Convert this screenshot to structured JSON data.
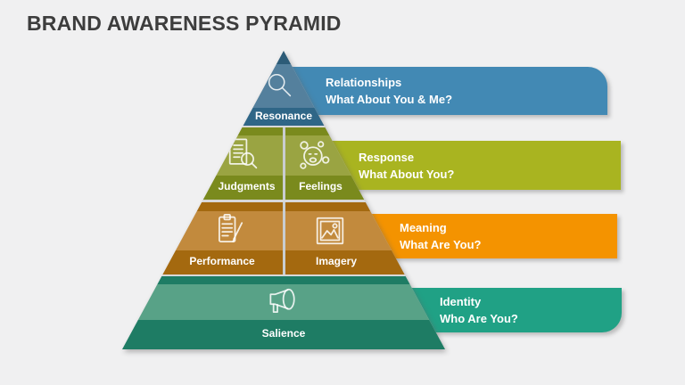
{
  "title": "BRAND AWARENESS PYRAMID",
  "background": "#F0F0F1",
  "pyramid": {
    "levels": [
      {
        "colors": {
          "tip": "#2C5B77",
          "light": "#54809D",
          "dark": "#2F6687"
        },
        "cells": [
          {
            "label": "Resonance",
            "icon": "search-icon"
          }
        ]
      },
      {
        "colors": {
          "light": "#9AA442",
          "dark": "#7A8A1D"
        },
        "cells": [
          {
            "label": "Judgments",
            "icon": "document-search-icon"
          },
          {
            "label": "Feelings",
            "icon": "face-bubbles-icon"
          }
        ]
      },
      {
        "colors": {
          "light": "#C28A3D",
          "dark": "#A4690F"
        },
        "cells": [
          {
            "label": "Performance",
            "icon": "clipboard-pencil-icon"
          },
          {
            "label": "Imagery",
            "icon": "image-icon"
          }
        ]
      },
      {
        "colors": {
          "light": "#58A287",
          "dark": "#1E7C64"
        },
        "cells": [
          {
            "label": "Salience",
            "icon": "megaphone-icon"
          }
        ]
      }
    ]
  },
  "banners": [
    {
      "title": "Relationships",
      "subtitle": "What About You & Me?",
      "color": "#4289B4"
    },
    {
      "title": "Response",
      "subtitle": "What About You?",
      "color": "#A9B420"
    },
    {
      "title": "Meaning",
      "subtitle": "What Are You?",
      "color": "#F49300"
    },
    {
      "title": "Identity",
      "subtitle": "Who Are You?",
      "color": "#20A185"
    }
  ]
}
